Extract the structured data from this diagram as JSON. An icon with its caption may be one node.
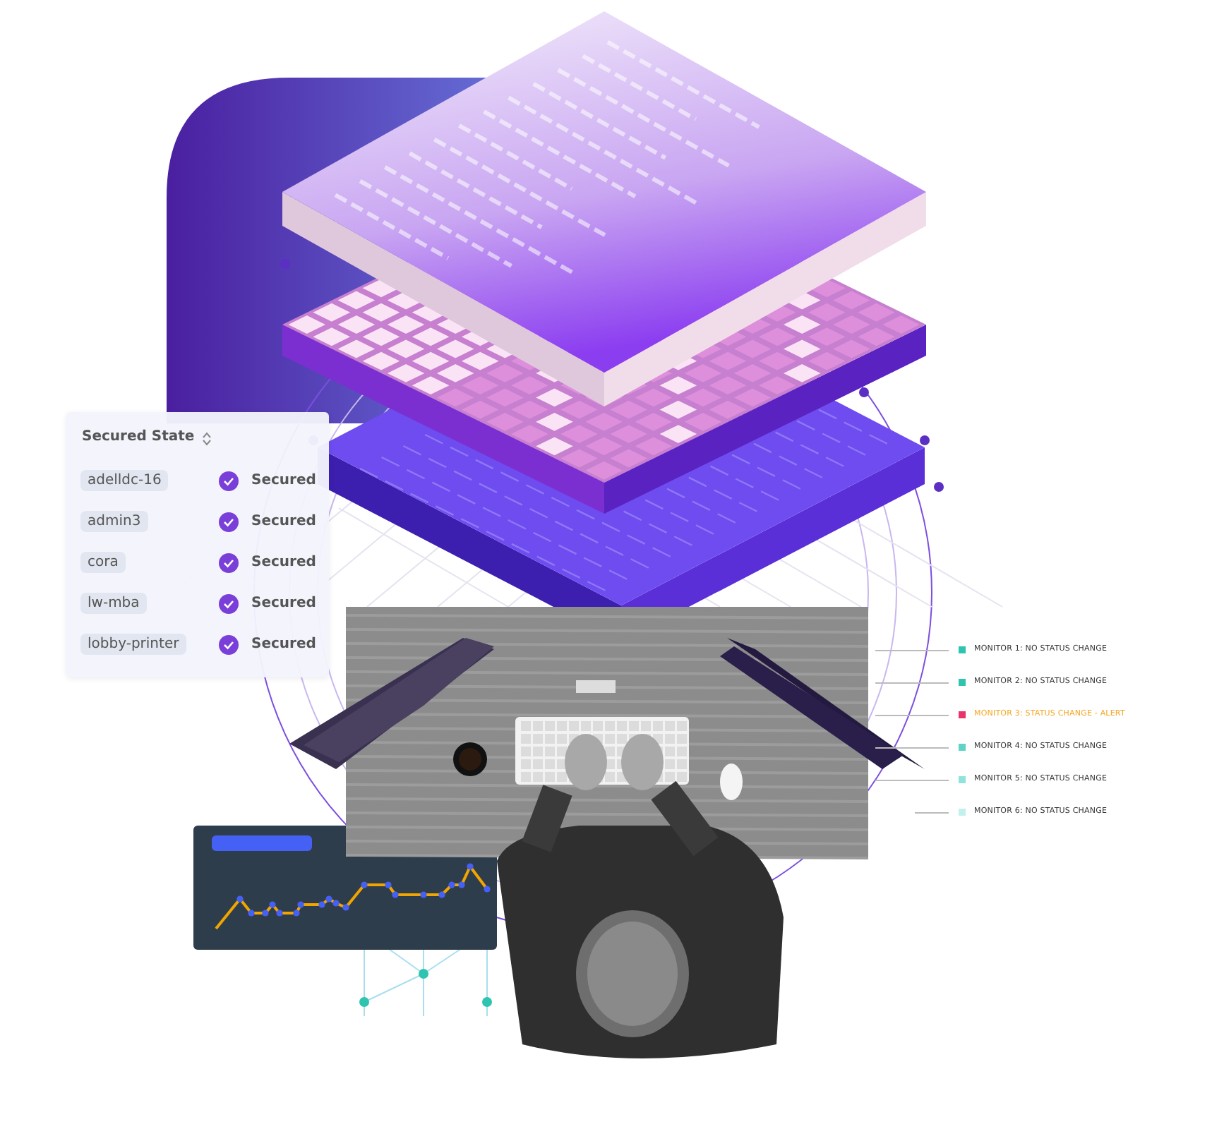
{
  "diagram": {
    "labels": [
      "Secured State",
      "adelldc-16",
      "Secured",
      "admin3",
      "Secured",
      "cora",
      "Secured",
      "lw-mba",
      "Secured",
      "lobby-printer",
      "Secured"
    ],
    "legend": [
      {
        "text": "MONITOR 1: NO STATUS CHANGE",
        "color": "#2ec4b0"
      },
      {
        "text": "MONITOR 2: NO STATUS CHANGE",
        "color": "#2ec4b0"
      },
      {
        "text": "MONITOR 3: STATUS CHANGE - ALERT",
        "color": "#e8336b"
      },
      {
        "text": "MONITOR 4: NO STATUS CHANGE",
        "color": "#5fd3c6"
      },
      {
        "text": "MONITOR 5: NO STATUS CHANGE",
        "color": "#8fe3da"
      },
      {
        "text": "MONITOR 6: NO STATUS CHANGE",
        "color": "#c2f0eb"
      }
    ]
  }
}
